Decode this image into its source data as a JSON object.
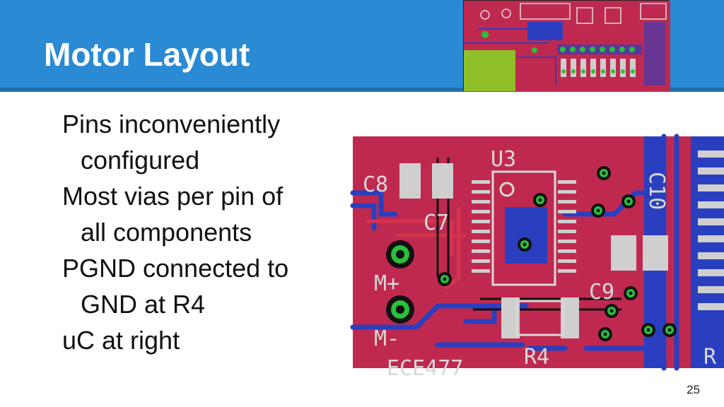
{
  "slide": {
    "title": "Motor Layout",
    "bullets": [
      {
        "line1": "Pins inconveniently",
        "line2": "configured"
      },
      {
        "line1": "Most vias per pin of",
        "line2": "all components"
      },
      {
        "line1": "PGND connected to",
        "line2": "GND at R4"
      },
      {
        "line1": "uC at right",
        "line2": ""
      }
    ],
    "page_number": "25"
  },
  "pcb_labels": {
    "u3": "U3",
    "c8": "C8",
    "c7": "C7",
    "c9": "C9",
    "c10": "C10",
    "m_plus": "M+",
    "m_minus": "M-",
    "r4": "R4",
    "ece": "ECE477",
    "r_partial": "R"
  },
  "colors": {
    "header": "#2a8ad4",
    "pcb_board": "#c0294f",
    "pcb_trace_blue": "#2a3fbf",
    "pad_gray": "#cfcfcf",
    "silkscreen": "#d8d8d8",
    "via_green": "#2bbf3a",
    "thumbnail_green": "#8fc02a"
  }
}
